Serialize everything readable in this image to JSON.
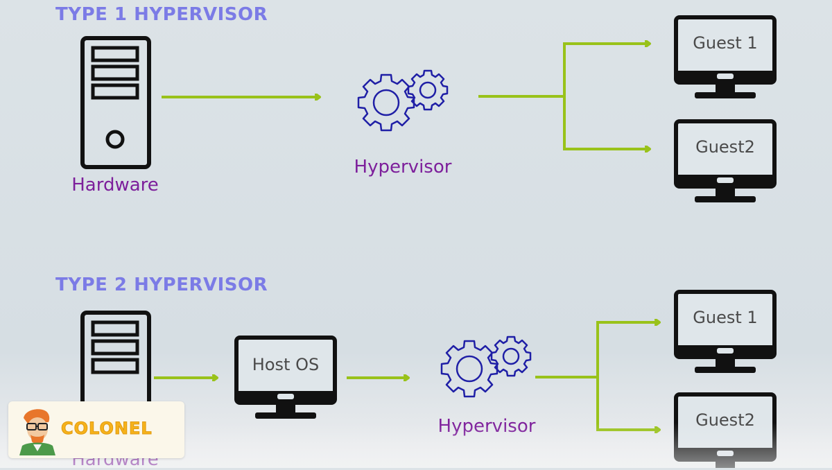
{
  "type1": {
    "title": "TYPE 1 HYPERVISOR",
    "hardware_label": "Hardware",
    "hypervisor_label": "Hypervisor",
    "guests": [
      "Guest 1",
      "Guest2"
    ]
  },
  "type2": {
    "title": "TYPE 2 HYPERVISOR",
    "hardware_label": "Hardware",
    "host_os_label": "Host OS",
    "hypervisor_label": "Hypervisor",
    "guests": [
      "Guest 1",
      "Guest2"
    ]
  },
  "logo": {
    "text": "COLONEL"
  },
  "colors": {
    "arrow": "#99c21a",
    "title": "#7b7be6",
    "label": "#7d1f9b",
    "gear": "#1f1fa6",
    "device": "#111111"
  },
  "icons": [
    "server-tower-icon",
    "gears-icon",
    "monitor-icon",
    "colonel-mascot-icon"
  ]
}
